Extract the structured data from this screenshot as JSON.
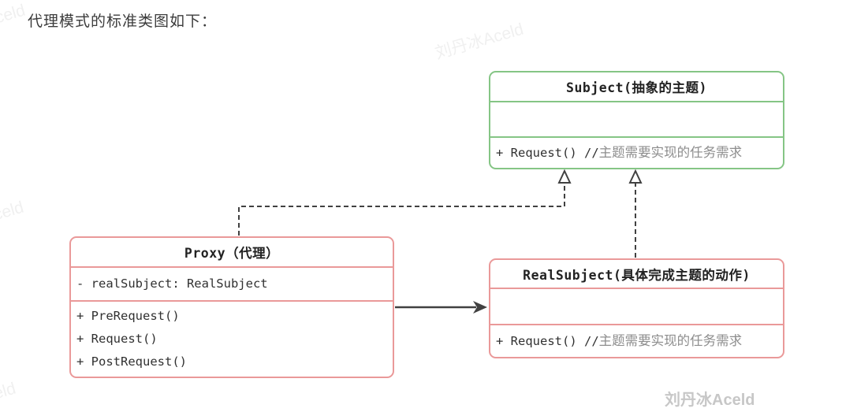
{
  "page_title": "代理模式的标准类图如下：",
  "colors": {
    "subject_border": "#85c585",
    "proxy_border": "#ea9999",
    "realsubject_border": "#ea9999",
    "connector": "#414141",
    "code_text": "#313131",
    "comment_text": "#8d8d8d",
    "page_title_text": "#3c3c3c",
    "watermark_strong": "#c7c7c7",
    "watermark_faint": "#f0f0f0"
  },
  "watermarks": {
    "signature": "刘丹冰Aceld",
    "faint_text": "刘丹冰Aceld"
  },
  "diagram": {
    "classes": [
      {
        "name": "Subject",
        "title": "Subject(抽象的主题)",
        "attributes": [],
        "methods": [
          {
            "code": "+ Request() //",
            "comment": "主题需要实现的任务需求"
          }
        ]
      },
      {
        "name": "Proxy",
        "title": "Proxy（代理）",
        "attributes": [
          {
            "code": "- realSubject: RealSubject"
          }
        ],
        "methods": [
          {
            "code": "+ PreRequest()",
            "comment": ""
          },
          {
            "code": "+ Request()",
            "comment": ""
          },
          {
            "code": "+ PostRequest()",
            "comment": ""
          }
        ]
      },
      {
        "name": "RealSubject",
        "title": "RealSubject(具体完成主题的动作)",
        "attributes": [],
        "methods": [
          {
            "code": "+ Request() //",
            "comment": "主题需要实现的任务需求"
          }
        ]
      }
    ],
    "relations": [
      {
        "from": "Proxy",
        "to": "Subject",
        "type": "realization",
        "style": "dashed-hollow-triangle"
      },
      {
        "from": "RealSubject",
        "to": "Subject",
        "type": "realization",
        "style": "dashed-hollow-triangle"
      },
      {
        "from": "Proxy",
        "to": "RealSubject",
        "type": "association",
        "style": "solid-arrow"
      }
    ]
  }
}
